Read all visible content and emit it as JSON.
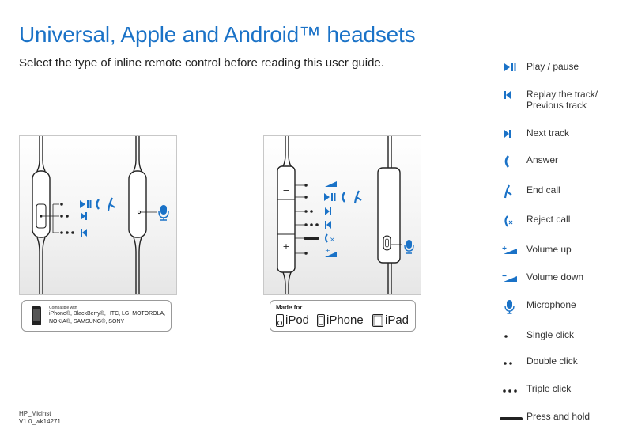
{
  "page": {
    "title": "Universal, Apple and Android™ headsets",
    "subtitle": "Select the type of inline remote control before reading this user guide.",
    "footer_line1": "HP_Micinst",
    "footer_line2": "V1.0_wk14271"
  },
  "badge_universal": {
    "caption": "Compatible with",
    "line1": "iPhone®, BlackBerry®, HTC, LG, MOTOROLA,",
    "line2": "NOKIA®, SAMSUNG®, SONY"
  },
  "badge_apple": {
    "made_for": "Made for",
    "ipod": "iPod",
    "iphone": "iPhone",
    "ipad": "iPad"
  },
  "legend": [
    {
      "icon": "play-pause-icon",
      "label": "Play / pause"
    },
    {
      "icon": "previous-track-icon",
      "label": "Replay the track/\nPrevious track"
    },
    {
      "icon": "next-track-icon",
      "label": "Next track"
    },
    {
      "icon": "answer-icon",
      "label": "Answer"
    },
    {
      "icon": "end-call-icon",
      "label": "End call"
    },
    {
      "icon": "reject-call-icon",
      "label": "Reject call"
    },
    {
      "icon": "volume-up-icon",
      "label": "Volume up"
    },
    {
      "icon": "volume-down-icon",
      "label": "Volume down"
    },
    {
      "icon": "microphone-icon",
      "label": "Microphone"
    },
    {
      "icon": "single-click-icon",
      "label": "Single click"
    },
    {
      "icon": "double-click-icon",
      "label": "Double click"
    },
    {
      "icon": "triple-click-icon",
      "label": "Triple click"
    },
    {
      "icon": "press-and-hold-icon",
      "label": "Press and hold"
    }
  ],
  "colors": {
    "accent": "#1a72c7",
    "text": "#222222"
  }
}
